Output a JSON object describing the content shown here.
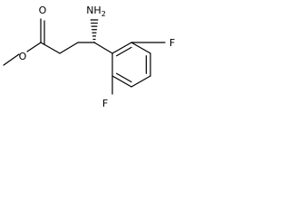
{
  "molecule": {
    "atoms": {
      "carbonyl_oxygen": "O",
      "ester_oxygen": "O",
      "amine": {
        "element": "NH",
        "subscript": "2"
      },
      "fluorine_top": "F",
      "fluorine_bottom": "F"
    },
    "stereo": "wedge-bond",
    "colors": {
      "bond": "#000000",
      "text": "#000000",
      "background": "#ffffff"
    }
  }
}
